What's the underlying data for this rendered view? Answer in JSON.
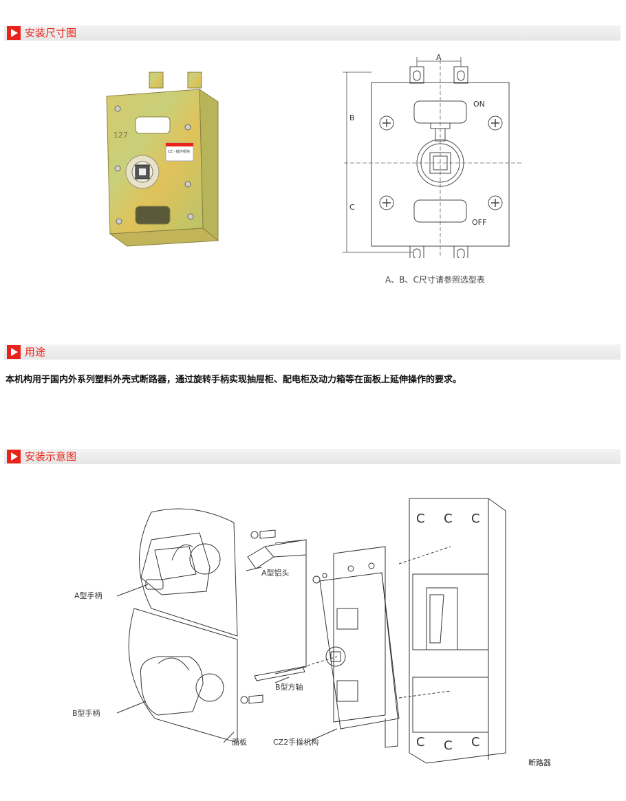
{
  "sections": {
    "dimensions_title": "安装尺寸图",
    "usage_title": "用途",
    "install_title": "安装示意图"
  },
  "dimension_diagram": {
    "label_a": "A",
    "label_b": "B",
    "label_c": "C",
    "label_on": "ON",
    "label_off": "OFF",
    "caption": "A、B、C尺寸请参照选型表"
  },
  "photo": {
    "plate_number": "127",
    "label_title": "CZ - 操作机构"
  },
  "usage_text": "本机构用于国内外系列塑料外壳式断路器，通过旋转手柄实现抽屉柜、配电柜及动力箱等在面板上延伸操作的要求。",
  "install_diagram": {
    "label_a_handle": "A型手柄",
    "label_a_head": "A型铝头",
    "label_b_handle": "B型手柄",
    "label_b_shaft": "B型方轴",
    "label_panel": "面板",
    "label_mechanism": "CZ2手操机构",
    "label_breaker": "断路器"
  },
  "colors": {
    "accent": "#e8231a",
    "bar": "#e6e6e6"
  }
}
